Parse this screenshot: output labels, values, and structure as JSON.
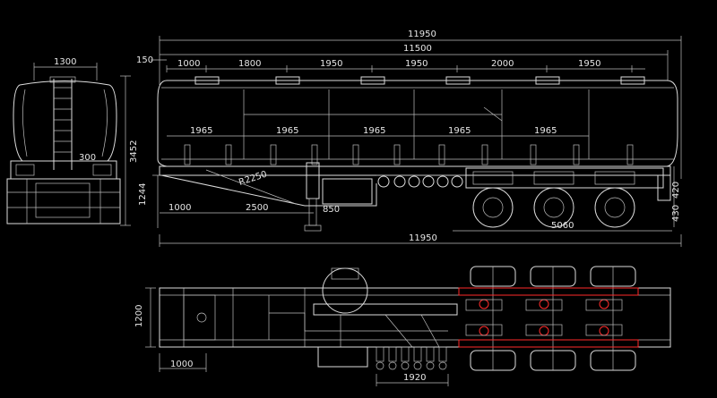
{
  "drawing": {
    "background": "#000000",
    "line_color": "#dcdcdc",
    "accent_color": "#ff2a2a"
  },
  "dims": {
    "overall_length": "11950",
    "tank_length": "11500",
    "front_offset": "150",
    "hatch_spacing": [
      "1000",
      "1800",
      "1950",
      "1950",
      "2000",
      "1950"
    ],
    "baffle_spacing": [
      "1965",
      "1965",
      "1965",
      "1965",
      "1965"
    ],
    "radius": "R2250",
    "landing_gear": "850",
    "kingpin_offset": "1000",
    "leg_offset": "2500",
    "axle_spread": "5060",
    "height_1244": "1244",
    "dim_420": "420",
    "dim_430": "430",
    "overall_length_bottom": "11950",
    "front_width": "1300",
    "front_height": "3452",
    "front_small": "300",
    "plan_width": "1200",
    "plan_front": "1000",
    "plan_1920": "1920"
  }
}
